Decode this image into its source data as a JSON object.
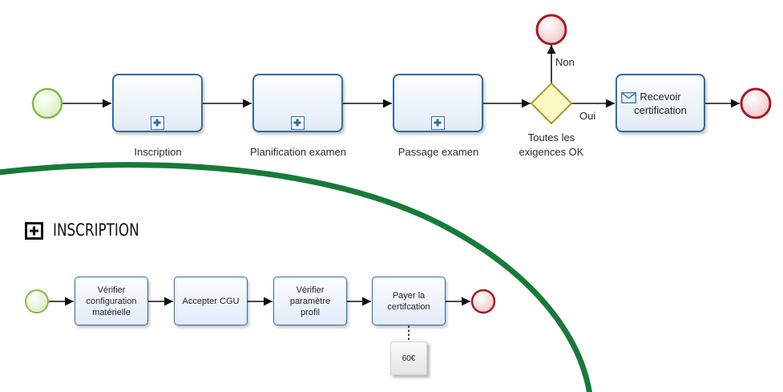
{
  "main_process": {
    "tasks": [
      {
        "label": "Inscription",
        "marker_icon": "subprocess-plus-icon"
      },
      {
        "label": "Planification examen",
        "marker_icon": "subprocess-plus-icon"
      },
      {
        "label": "Passage examen",
        "marker_icon": "subprocess-plus-icon"
      }
    ],
    "gateway": {
      "label": "Toutes les\nexigences OK",
      "no_label": "Non",
      "yes_label": "Oui"
    },
    "receive_task": {
      "label": "Recevoir\ncertification",
      "icon": "envelope-icon"
    }
  },
  "subprocess": {
    "title": "INSCRIPTION",
    "title_icon": "expand-plus-icon",
    "tasks": [
      {
        "label": "Vérifier\nconfiguration\nmatérielle"
      },
      {
        "label": "Accepter CGU"
      },
      {
        "label": "Vérifier\nparamètre\nprofil"
      },
      {
        "label": "Payer la\ncertifcation"
      }
    ],
    "annotation": "60€"
  },
  "colors": {
    "task_stroke": "#2f6ca3",
    "start_event": "#86b84b",
    "end_event": "#a31d24",
    "gateway_stroke": "#a39b2b",
    "gateway_fill": "#fdfbc4",
    "highlight_curve": "#167a39"
  }
}
